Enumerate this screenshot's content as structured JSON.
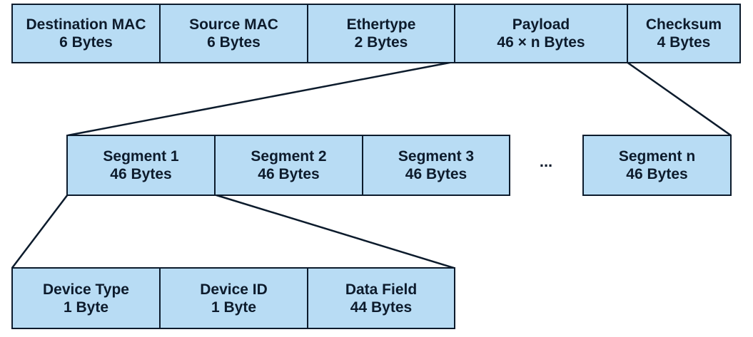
{
  "frame": {
    "fields": [
      {
        "name": "Destination MAC",
        "size": "6 Bytes"
      },
      {
        "name": "Source MAC",
        "size": "6 Bytes"
      },
      {
        "name": "Ethertype",
        "size": "2 Bytes"
      },
      {
        "name": "Payload",
        "size": "46 × n Bytes"
      },
      {
        "name": "Checksum",
        "size": "4 Bytes"
      }
    ]
  },
  "payload": {
    "segments": [
      {
        "name": "Segment 1",
        "size": "46 Bytes"
      },
      {
        "name": "Segment 2",
        "size": "46 Bytes"
      },
      {
        "name": "Segment 3",
        "size": "46 Bytes"
      },
      {
        "name": "Segment n",
        "size": "46 Bytes"
      }
    ],
    "ellipsis": "..."
  },
  "segment": {
    "fields": [
      {
        "name": "Device Type",
        "size": "1 Byte"
      },
      {
        "name": "Device ID",
        "size": "1 Byte"
      },
      {
        "name": "Data Field",
        "size": "44 Bytes"
      }
    ]
  },
  "colors": {
    "fill": "#b8dcf4",
    "stroke": "#0c1b2c",
    "text": "#0d1b2c"
  }
}
